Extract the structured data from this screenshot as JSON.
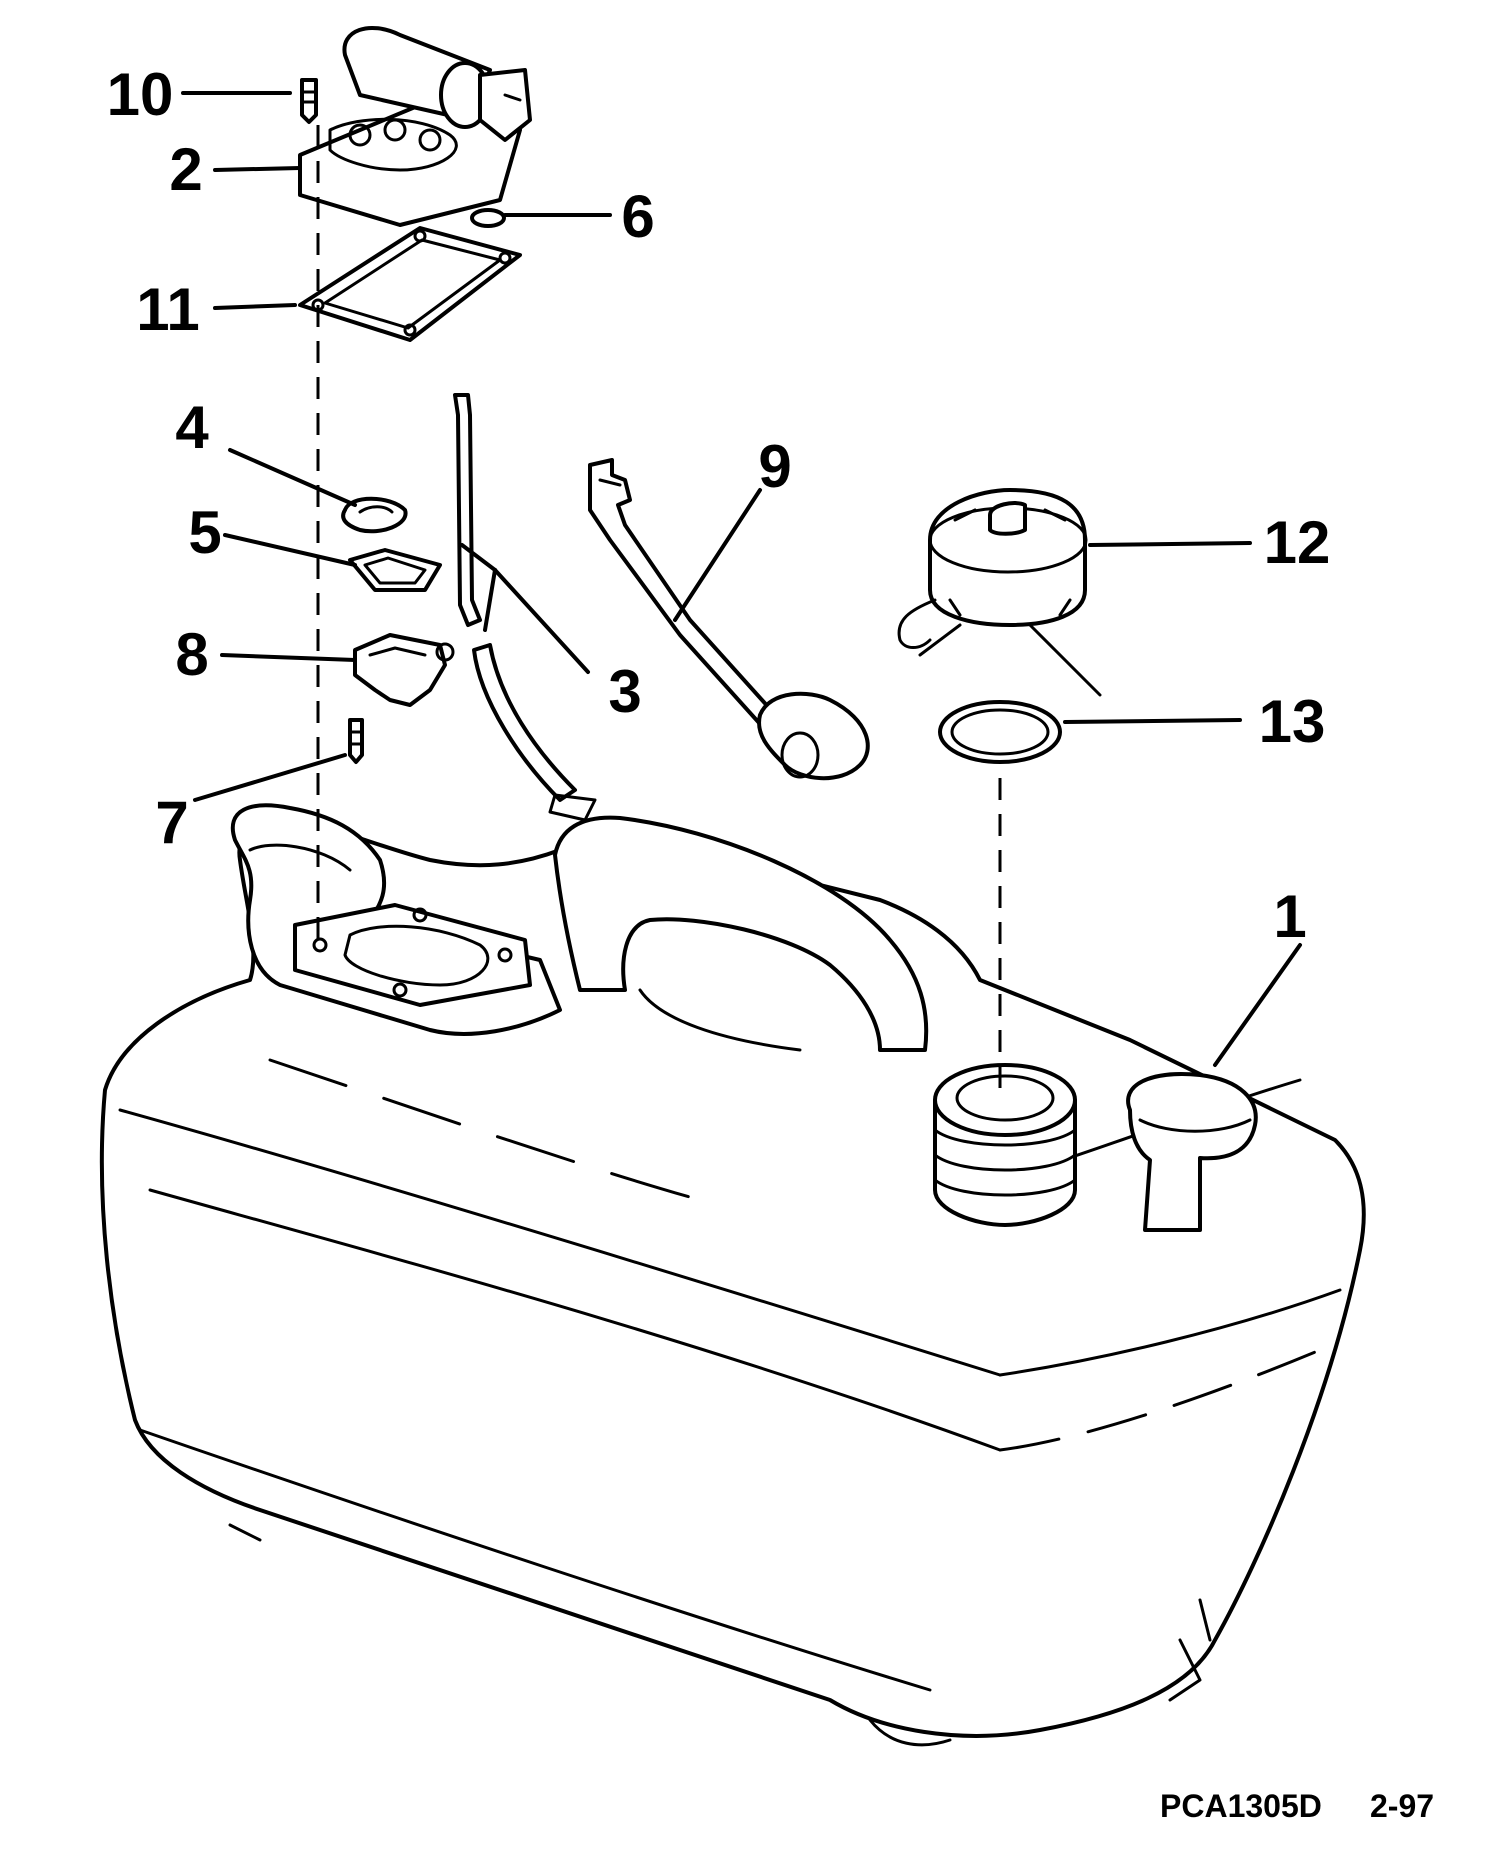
{
  "diagram": {
    "callouts": [
      "1",
      "2",
      "3",
      "4",
      "5",
      "6",
      "7",
      "8",
      "9",
      "10",
      "11",
      "12",
      "13"
    ],
    "doc_id": "PCA1305D",
    "doc_date": "2-97"
  }
}
